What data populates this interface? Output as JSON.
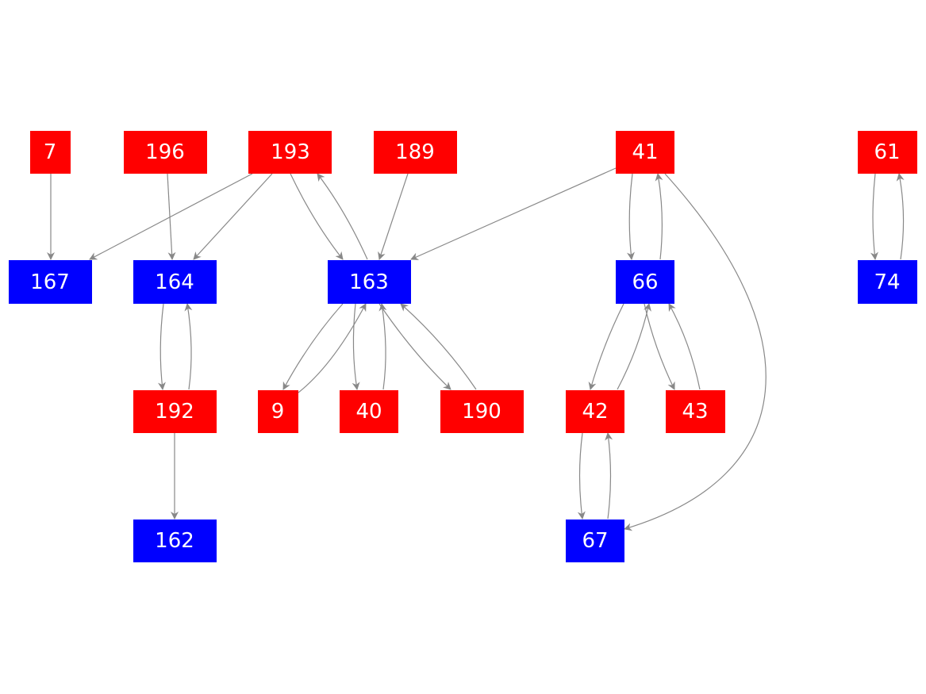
{
  "colors": {
    "red_node": "#ff0000",
    "blue_node": "#0000ff",
    "edge": "#888888",
    "label": "#ffffff",
    "background": "#ffffff"
  },
  "nodes": [
    {
      "id": "n7",
      "label": "7",
      "kind": "red"
    },
    {
      "id": "n196",
      "label": "196",
      "kind": "red"
    },
    {
      "id": "n193",
      "label": "193",
      "kind": "red"
    },
    {
      "id": "n189",
      "label": "189",
      "kind": "red"
    },
    {
      "id": "n41",
      "label": "41",
      "kind": "red"
    },
    {
      "id": "n61",
      "label": "61",
      "kind": "red"
    },
    {
      "id": "n167",
      "label": "167",
      "kind": "blue"
    },
    {
      "id": "n164",
      "label": "164",
      "kind": "blue"
    },
    {
      "id": "n163",
      "label": "163",
      "kind": "blue"
    },
    {
      "id": "n66",
      "label": "66",
      "kind": "blue"
    },
    {
      "id": "n74",
      "label": "74",
      "kind": "blue"
    },
    {
      "id": "n192",
      "label": "192",
      "kind": "red"
    },
    {
      "id": "n9",
      "label": "9",
      "kind": "red"
    },
    {
      "id": "n40",
      "label": "40",
      "kind": "red"
    },
    {
      "id": "n190",
      "label": "190",
      "kind": "red"
    },
    {
      "id": "n42",
      "label": "42",
      "kind": "red"
    },
    {
      "id": "n43",
      "label": "43",
      "kind": "red"
    },
    {
      "id": "n162",
      "label": "162",
      "kind": "blue"
    },
    {
      "id": "n67",
      "label": "67",
      "kind": "blue"
    }
  ],
  "edges": [
    {
      "from": "n7",
      "to": "n167"
    },
    {
      "from": "n196",
      "to": "n164"
    },
    {
      "from": "n193",
      "to": "n167"
    },
    {
      "from": "n193",
      "to": "n164"
    },
    {
      "from": "n193",
      "to": "n163"
    },
    {
      "from": "n163",
      "to": "n193"
    },
    {
      "from": "n189",
      "to": "n163"
    },
    {
      "from": "n41",
      "to": "n163"
    },
    {
      "from": "n41",
      "to": "n66"
    },
    {
      "from": "n66",
      "to": "n41"
    },
    {
      "from": "n41",
      "to": "n67"
    },
    {
      "from": "n61",
      "to": "n74"
    },
    {
      "from": "n74",
      "to": "n61"
    },
    {
      "from": "n164",
      "to": "n192"
    },
    {
      "from": "n192",
      "to": "n164"
    },
    {
      "from": "n192",
      "to": "n162"
    },
    {
      "from": "n163",
      "to": "n9"
    },
    {
      "from": "n9",
      "to": "n163"
    },
    {
      "from": "n163",
      "to": "n40"
    },
    {
      "from": "n40",
      "to": "n163"
    },
    {
      "from": "n163",
      "to": "n190"
    },
    {
      "from": "n190",
      "to": "n163"
    },
    {
      "from": "n66",
      "to": "n42"
    },
    {
      "from": "n42",
      "to": "n66"
    },
    {
      "from": "n66",
      "to": "n43"
    },
    {
      "from": "n43",
      "to": "n66"
    },
    {
      "from": "n42",
      "to": "n67"
    },
    {
      "from": "n67",
      "to": "n42"
    }
  ]
}
